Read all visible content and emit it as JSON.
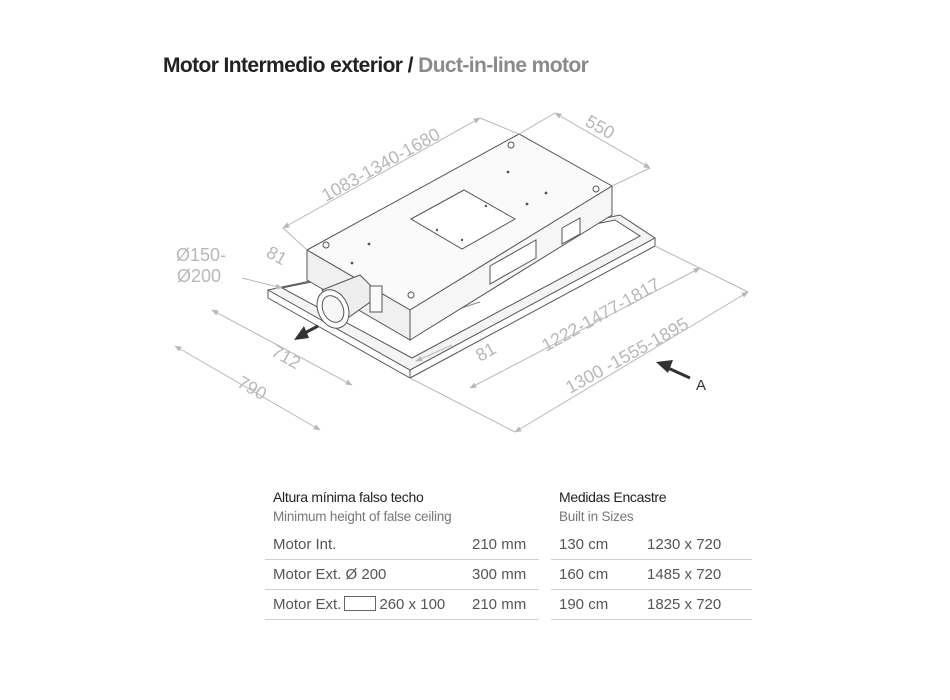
{
  "title": {
    "es": "Motor Intermedio exterior",
    "separator": "/",
    "en": "Duct-in-line motor"
  },
  "diagram": {
    "dimensions": {
      "length_body": "1083-1340-1680",
      "depth_body": "550",
      "duct_diameter_1": "Ø150-",
      "duct_diameter_2": "Ø200",
      "offset_left": "81",
      "offset_bottom": "81",
      "frame_depth_inner": "712",
      "frame_depth_outer": "790",
      "frame_length_inner": "1222-1477-1817",
      "frame_length_outer": "1300 -1555-1895"
    },
    "view_label": "A",
    "colors": {
      "line": "#555555",
      "dimension": "#b8b8b8",
      "arrow": "#333333"
    }
  },
  "table_left": {
    "heading_es": "Altura mínima falso techo",
    "heading_en": "Minimum height of false ceiling",
    "rows": [
      {
        "label": "Motor Int.",
        "value": "210 mm"
      },
      {
        "label": "Motor Ext. Ø 200",
        "value": "300 mm"
      },
      {
        "label": "Motor Ext.",
        "label_suffix": "260 x 100",
        "value": "210 mm"
      }
    ]
  },
  "table_right": {
    "heading_es": "Medidas Encastre",
    "heading_en": "Built in Sizes",
    "rows": [
      {
        "size": "130 cm",
        "dims": "1230 x 720"
      },
      {
        "size": "160 cm",
        "dims": "1485 x 720"
      },
      {
        "size": "190 cm",
        "dims": "1825 x 720"
      }
    ]
  }
}
